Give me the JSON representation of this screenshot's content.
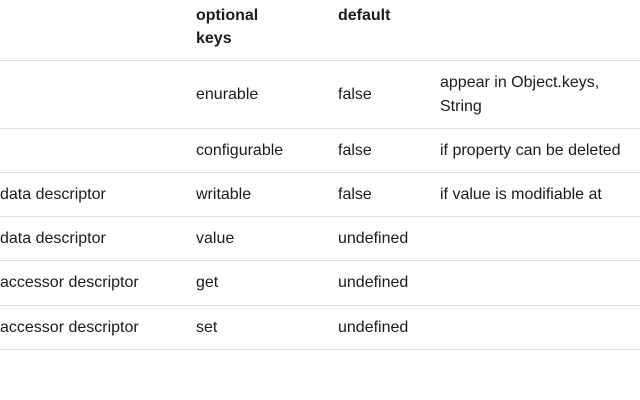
{
  "table": {
    "name": "property-descriptor-table",
    "columns": [
      {
        "key": "kind",
        "label": ""
      },
      {
        "key": "optionalKeys",
        "label": "optional keys"
      },
      {
        "key": "default",
        "label": "default"
      },
      {
        "key": "description",
        "label": ""
      }
    ],
    "rows": [
      {
        "kind": "",
        "optionalKey": "enurable",
        "default": "false",
        "description": "appear in Object.keys, String"
      },
      {
        "kind": "",
        "optionalKey": "configurable",
        "default": "false",
        "description": "if property can be deleted"
      },
      {
        "kind": "data descriptor",
        "optionalKey": "writable",
        "default": "false",
        "description": "if value is modifiable at"
      },
      {
        "kind": "data descriptor",
        "optionalKey": "value",
        "default": "undefined",
        "description": ""
      },
      {
        "kind": "accessor descriptor",
        "optionalKey": "get",
        "default": "undefined",
        "description": ""
      },
      {
        "kind": "accessor descriptor",
        "optionalKey": "set",
        "default": "undefined",
        "description": ""
      }
    ]
  },
  "colors": {
    "background": "#ffffff",
    "text": "#1b1b1b",
    "border": "#e0e0e0"
  }
}
